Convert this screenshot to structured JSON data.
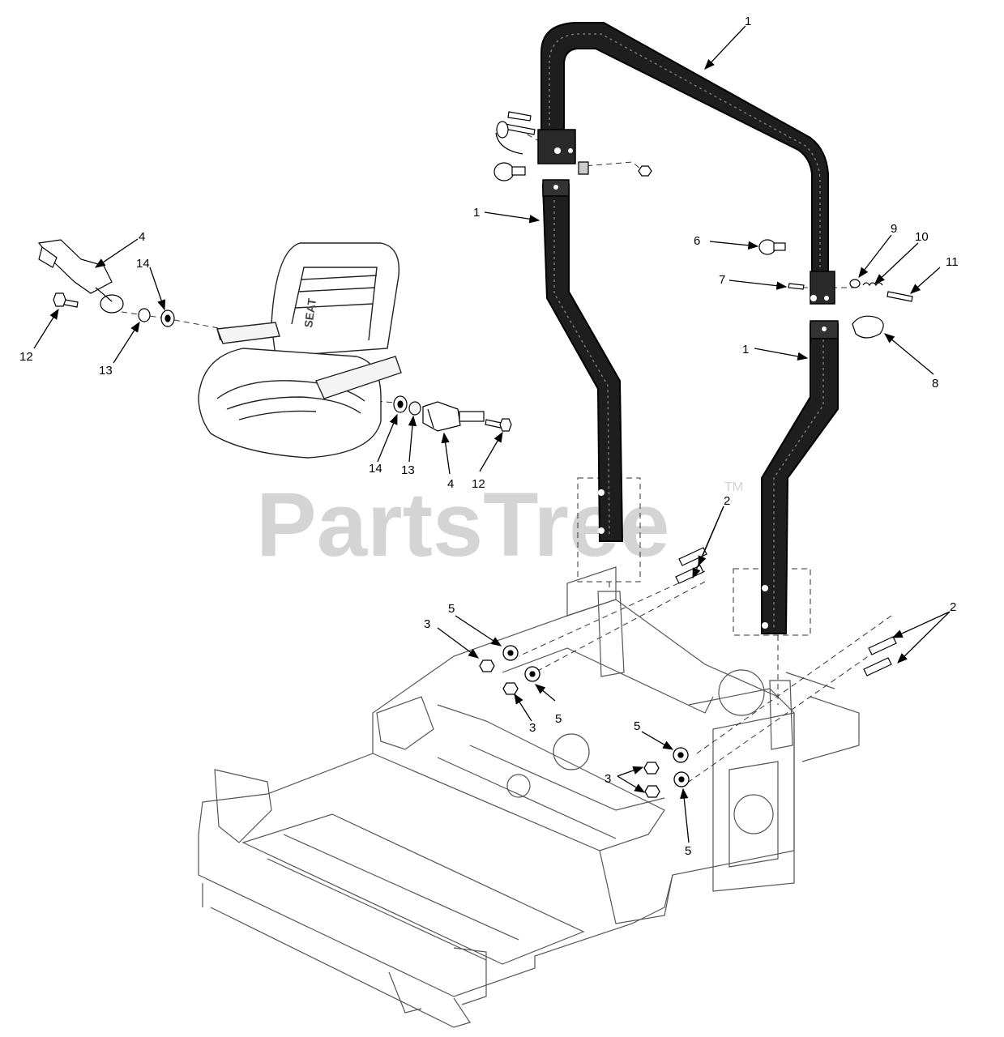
{
  "watermark": {
    "text": "PartsTree",
    "trademark": "TM"
  },
  "seat_label": "SEAT",
  "callouts": [
    {
      "id": "c1a",
      "text": "1"
    },
    {
      "id": "c1b",
      "text": "1"
    },
    {
      "id": "c1c",
      "text": "1"
    },
    {
      "id": "c2a",
      "text": "2"
    },
    {
      "id": "c2b",
      "text": "2"
    },
    {
      "id": "c3a",
      "text": "3"
    },
    {
      "id": "c3b",
      "text": "3"
    },
    {
      "id": "c3c",
      "text": "3"
    },
    {
      "id": "c4a",
      "text": "4"
    },
    {
      "id": "c4b",
      "text": "4"
    },
    {
      "id": "c5a",
      "text": "5"
    },
    {
      "id": "c5b",
      "text": "5"
    },
    {
      "id": "c5c",
      "text": "5"
    },
    {
      "id": "c5d",
      "text": "5"
    },
    {
      "id": "c6",
      "text": "6"
    },
    {
      "id": "c7",
      "text": "7"
    },
    {
      "id": "c8",
      "text": "8"
    },
    {
      "id": "c9",
      "text": "9"
    },
    {
      "id": "c10",
      "text": "10"
    },
    {
      "id": "c11",
      "text": "11"
    },
    {
      "id": "c12a",
      "text": "12"
    },
    {
      "id": "c12b",
      "text": "12"
    },
    {
      "id": "c13a",
      "text": "13"
    },
    {
      "id": "c13b",
      "text": "13"
    },
    {
      "id": "c14a",
      "text": "14"
    },
    {
      "id": "c14b",
      "text": "14"
    }
  ]
}
